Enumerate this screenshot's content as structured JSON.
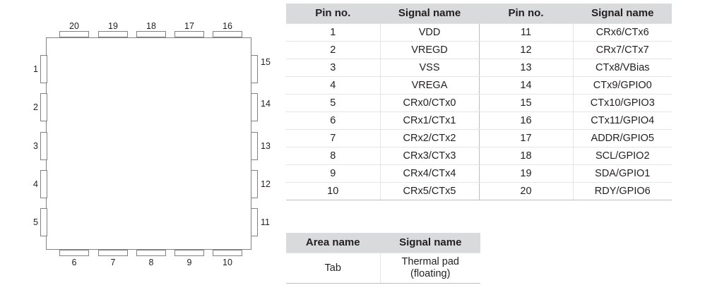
{
  "package_diagram": {
    "name": "20-pin package pinout outline",
    "top_pins": [
      {
        "number": "20"
      },
      {
        "number": "19"
      },
      {
        "number": "18"
      },
      {
        "number": "17"
      },
      {
        "number": "16"
      }
    ],
    "right_pins": [
      {
        "number": "15"
      },
      {
        "number": "14"
      },
      {
        "number": "13"
      },
      {
        "number": "12"
      },
      {
        "number": "11"
      }
    ],
    "bottom_pins": [
      {
        "number": "6"
      },
      {
        "number": "7"
      },
      {
        "number": "8"
      },
      {
        "number": "9"
      },
      {
        "number": "10"
      }
    ],
    "left_pins": [
      {
        "number": "1"
      },
      {
        "number": "2"
      },
      {
        "number": "3"
      },
      {
        "number": "4"
      },
      {
        "number": "5"
      }
    ],
    "outline_color": "#808285"
  },
  "pin_table": {
    "headers": [
      "Pin no.",
      "Signal name",
      "Pin no.",
      "Signal name"
    ],
    "header_bg": "#d9dadb",
    "rows": [
      {
        "pin_left": "1",
        "signal_left": "VDD",
        "pin_right": "11",
        "signal_right": "CRx6/CTx6"
      },
      {
        "pin_left": "2",
        "signal_left": "VREGD",
        "pin_right": "12",
        "signal_right": "CRx7/CTx7"
      },
      {
        "pin_left": "3",
        "signal_left": "VSS",
        "pin_right": "13",
        "signal_right": "CTx8/VBias"
      },
      {
        "pin_left": "4",
        "signal_left": "VREGA",
        "pin_right": "14",
        "signal_right": "CTx9/GPIO0"
      },
      {
        "pin_left": "5",
        "signal_left": "CRx0/CTx0",
        "pin_right": "15",
        "signal_right": "CTx10/GPIO3"
      },
      {
        "pin_left": "6",
        "signal_left": "CRx1/CTx1",
        "pin_right": "16",
        "signal_right": "CTx11/GPIO4"
      },
      {
        "pin_left": "7",
        "signal_left": "CRx2/CTx2",
        "pin_right": "17",
        "signal_right": "ADDR/GPIO5"
      },
      {
        "pin_left": "8",
        "signal_left": "CRx3/CTx3",
        "pin_right": "18",
        "signal_right": "SCL/GPIO2"
      },
      {
        "pin_left": "9",
        "signal_left": "CRx4/CTx4",
        "pin_right": "19",
        "signal_right": "SDA/GPIO1"
      },
      {
        "pin_left": "10",
        "signal_left": "CRx5/CTx5",
        "pin_right": "20",
        "signal_right": "RDY/GPIO6"
      }
    ]
  },
  "area_table": {
    "headers": [
      "Area name",
      "Signal name"
    ],
    "rows": [
      {
        "area": "Tab",
        "signal_line1": "Thermal pad",
        "signal_line2": "(floating)"
      }
    ]
  }
}
